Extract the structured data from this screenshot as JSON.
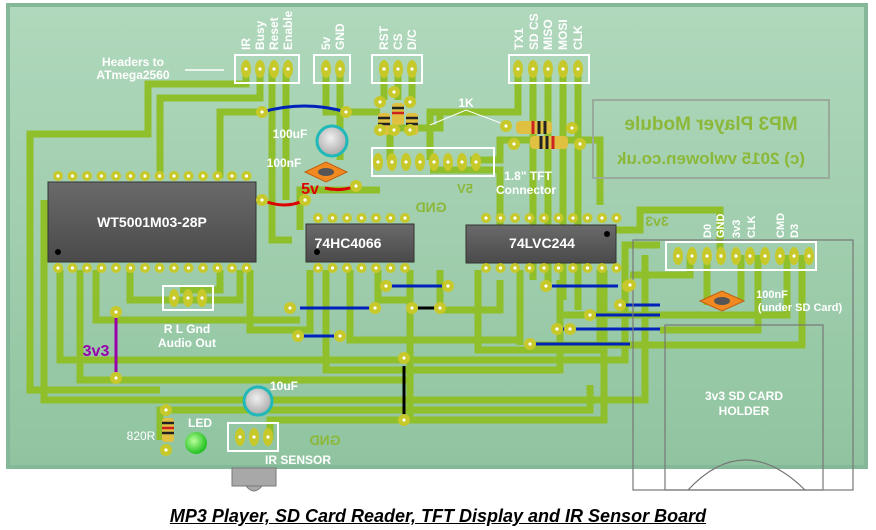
{
  "caption": "MP3 Player, SD Card Reader, TFT Display and IR Sensor Board",
  "colors": {
    "board": "#a8d5b8",
    "board_edge": "#85b898",
    "trace": "#8fbf2a",
    "pad": "#c7c92a",
    "jumper_blue": "#0022bb",
    "jumper_red": "#dd0000",
    "jumper_purple": "#9900aa",
    "jumper_black": "#000000",
    "chip": "#5a5a5a",
    "silkscreen": "#ffffff",
    "bottom_text": "#8cb83a"
  },
  "headers_label": [
    "Headers to",
    "ATmega2560"
  ],
  "header_groups": [
    {
      "name": "atmega-ctrl",
      "pins": [
        "IR",
        "Busy",
        "Reset",
        "Enable"
      ]
    },
    {
      "name": "power",
      "pins": [
        "5v",
        "GND"
      ]
    },
    {
      "name": "tft-ctrl",
      "pins": [
        "RST",
        "CS",
        "D/C"
      ]
    },
    {
      "name": "spi",
      "pins": [
        "TX1",
        "SD CS",
        "MISO",
        "MOSI",
        "CLK"
      ]
    }
  ],
  "resistor_label": "1K",
  "module_box": {
    "title": "MP3 Player Module",
    "subtitle": "(c) 2015  vwlowen.co.uk"
  },
  "components": {
    "cap_100uf": "100uF",
    "cap_100nf": "100nF",
    "jumper_5v": "5v",
    "jumper_3v3": "3v3",
    "tft_connector": [
      "1.8\" TFT",
      "Connector"
    ],
    "chip_mp3": "WT5001M03-28P",
    "chip_switch": "74HC4066",
    "chip_buffer": "74LVC244",
    "audio_header": [
      "R L Gnd",
      "Audio Out"
    ],
    "sd_header_pins": [
      "D0",
      "GND",
      "3v3",
      "CLK",
      "CMD",
      "D3"
    ],
    "sd_cap": [
      "100nF",
      "(under SD Card)"
    ],
    "sd_holder": [
      "3v3 SD CARD",
      "HOLDER"
    ],
    "cap_10uf": "10uF",
    "led": "LED",
    "resistor_820": "820R",
    "ir_sensor": "IR SENSOR"
  },
  "bottom_layer_text": {
    "gnd_top": "GND",
    "v5": "5V",
    "v3v3": "3v3",
    "gnd_bottom": "GND"
  }
}
